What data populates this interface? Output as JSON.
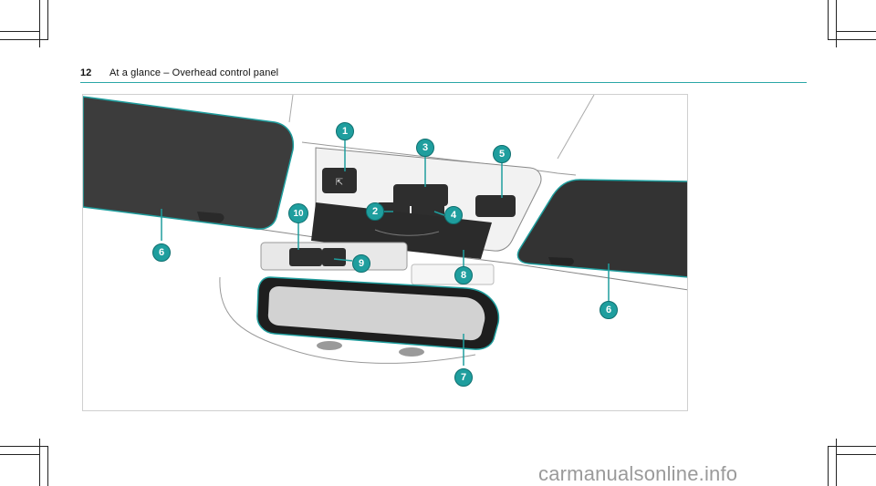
{
  "header": {
    "page_number": "12",
    "section_title": "At a glance – Overhead control panel"
  },
  "figure": {
    "callouts": [
      {
        "id": "c1",
        "label": "1"
      },
      {
        "id": "c3",
        "label": "3"
      },
      {
        "id": "c5",
        "label": "5"
      },
      {
        "id": "c2",
        "label": "2"
      },
      {
        "id": "c4",
        "label": "4"
      },
      {
        "id": "c10",
        "label": "10"
      },
      {
        "id": "c9",
        "label": "9"
      },
      {
        "id": "c8",
        "label": "8"
      },
      {
        "id": "c6a",
        "label": "6"
      },
      {
        "id": "c6b",
        "label": "6"
      },
      {
        "id": "c7",
        "label": "7"
      }
    ],
    "accent_color": "#1f9e9e"
  },
  "watermark": "carmanualsonline.info"
}
